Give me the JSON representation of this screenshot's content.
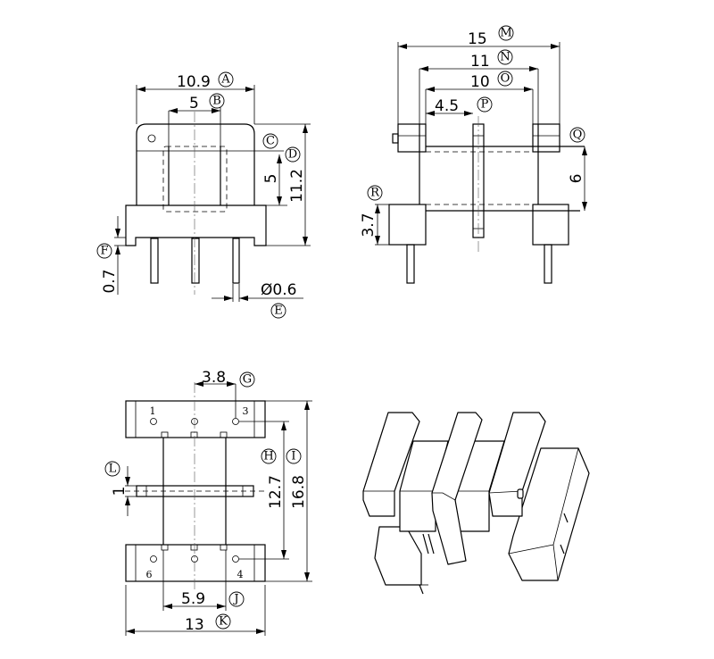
{
  "title": "Bobbin dimension drawing",
  "front_view": {
    "dims": {
      "A": "10.9",
      "B": "5",
      "C_height": "5",
      "D": "11.2",
      "F": "0.7",
      "E": "Ø0.6"
    },
    "labels": {
      "A": "A",
      "B": "B",
      "C": "C",
      "D": "D",
      "E": "E",
      "F": "F"
    }
  },
  "side_view": {
    "dims": {
      "M": "15",
      "N": "11",
      "O": "10",
      "P": "4.5",
      "Q_height": "6",
      "R": "3.7"
    },
    "labels": {
      "M": "M",
      "N": "N",
      "O": "O",
      "P": "P",
      "Q": "Q",
      "R": "R"
    }
  },
  "bottom_view": {
    "dims": {
      "G": "3.8",
      "H": "12.7",
      "I": "16.8",
      "J": "5.9",
      "K": "13",
      "L": "1"
    },
    "labels": {
      "G": "G",
      "H": "H",
      "I": "I",
      "J": "J",
      "K": "K",
      "L": "L"
    },
    "pins": [
      "1",
      "3",
      "6",
      "4"
    ]
  }
}
